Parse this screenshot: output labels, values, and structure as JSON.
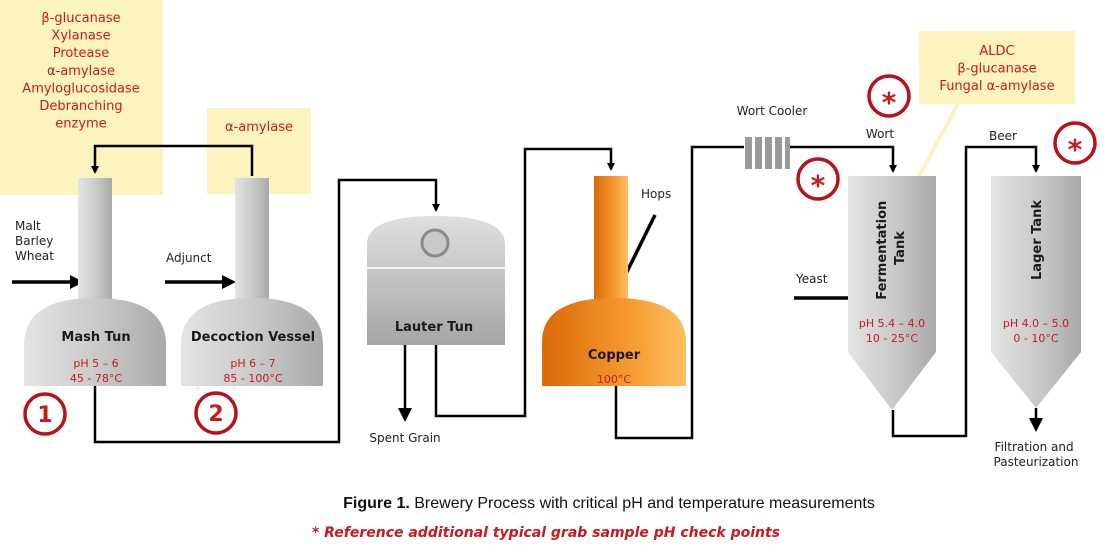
{
  "enzyme_notes": {
    "mash": [
      "β-glucanase",
      "Xylanase",
      "Protease",
      "α-amylase",
      "Amyloglucosidase",
      "Debranching",
      "enzyme"
    ],
    "decoction": [
      "α-amylase"
    ],
    "fermentation": [
      "ALDC",
      "β-glucanase",
      "Fungal α-amylase"
    ]
  },
  "inputs": {
    "malt": [
      "Malt",
      "Barley",
      "Wheat"
    ],
    "adjunct": "Adjunct",
    "hops": "Hops",
    "yeast": "Yeast"
  },
  "vessels": {
    "mash_tun": {
      "name": "Mash Tun",
      "ph": "pH 5 – 6",
      "temp": "45 - 78°C"
    },
    "decoction": {
      "name": "Decoction Vessel",
      "ph": "pH 6 – 7",
      "temp": "85 - 100°C"
    },
    "lauter": {
      "name": "Lauter Tun"
    },
    "copper": {
      "name": "Copper",
      "temp": "100°C"
    },
    "fermentation": {
      "name_lines": [
        "Fermentation",
        "Tank"
      ],
      "ph": "pH 5.4 – 4.0",
      "temp": "10 - 25°C"
    },
    "lager": {
      "name": "Lager Tank",
      "ph": "pH 4.0 – 5.0",
      "temp": "0 - 10°C"
    }
  },
  "flow_labels": {
    "spent_grain": "Spent Grain",
    "wort_cooler": "Wort Cooler",
    "wort": "Wort",
    "beer": "Beer",
    "output": [
      "Filtration and",
      "Pasteurization"
    ]
  },
  "markers": {
    "one": "1",
    "two": "2",
    "star": "*"
  },
  "caption": {
    "figure_label": "Figure 1.",
    "title": " Brewery Process with critical pH and temperature measurements",
    "note": "* Reference additional typical grab sample pH check points"
  },
  "colors": {
    "note_bg": "#fbf4be",
    "red": "#c8191e",
    "copper": "#f08a1c"
  }
}
